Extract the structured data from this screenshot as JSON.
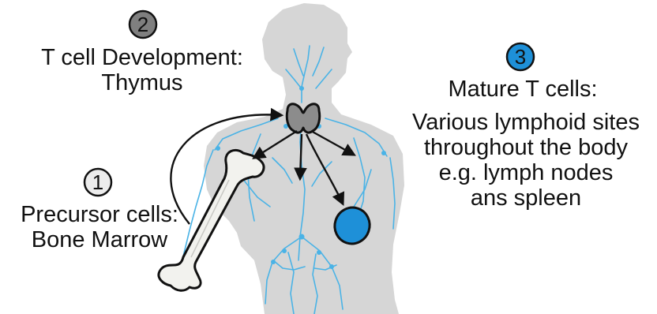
{
  "stage_1": {
    "number": "1",
    "title": "Precursor cells:",
    "location": "Bone Marrow",
    "badge_color": "#ececec"
  },
  "stage_2": {
    "number": "2",
    "title": "T cell Development:",
    "location": "Thymus",
    "badge_color": "#7f7f7f"
  },
  "stage_3": {
    "number": "3",
    "title": "Mature T cells:",
    "lines": [
      "Various lymphoid sites",
      "throughout the body",
      "e.g. lymph nodes",
      "ans spleen"
    ],
    "badge_color": "#1e90d8"
  },
  "colors": {
    "body_silhouette": "#d6d6d6",
    "lymph_vessels": "#4ab3e6",
    "thymus": "#8c8c8c",
    "spleen": "#1e90d8",
    "bone": "#f2f2ee",
    "outline": "#111111"
  }
}
